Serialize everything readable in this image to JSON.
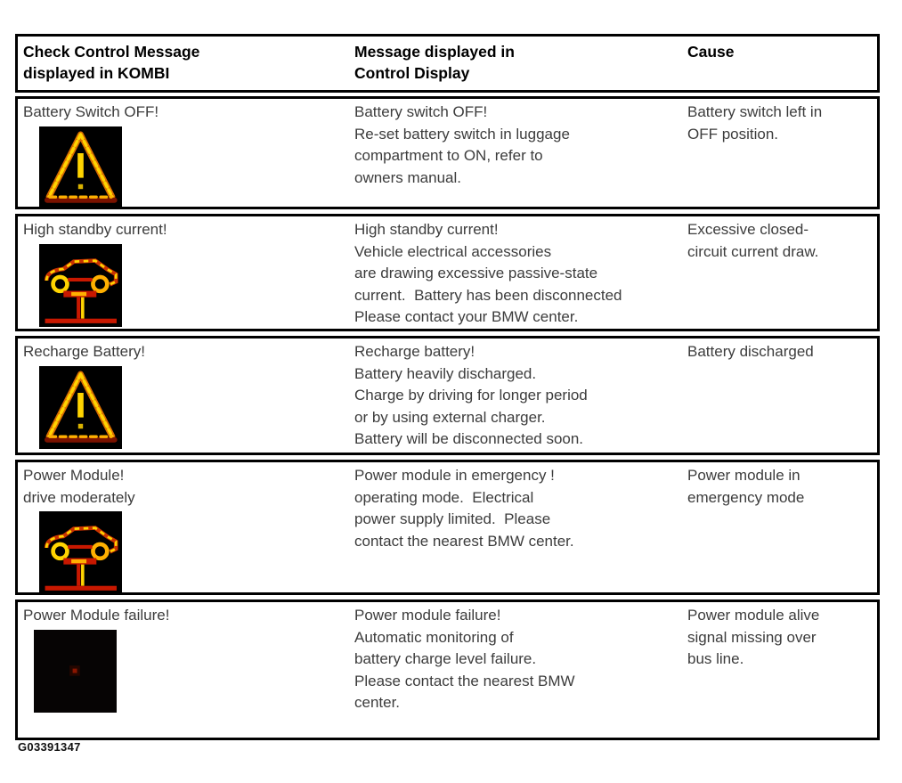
{
  "page": {
    "figure_id": "G03391347"
  },
  "icons": {
    "warning_triangle": "warning-triangle-icon",
    "vehicle_on_lift": "vehicle-on-lift-icon",
    "blank_display": "blank-display-icon"
  },
  "colors": {
    "icon_background": "#000000",
    "icon_yellow": "#ffd400",
    "icon_orange": "#ff9000",
    "icon_red": "#c81800",
    "icon_dark_red": "#7a1200",
    "border": "#000000",
    "body_text": "#3c3c3c"
  },
  "table": {
    "headers": [
      "Check Control Message\ndisplayed in KOMBI",
      "Message displayed in\nControl Display",
      "Cause"
    ],
    "rows": [
      {
        "kombi_message": "Battery Switch OFF!",
        "icon": "warning-triangle",
        "control_display_message": "Battery switch OFF!\nRe-set battery switch in luggage\ncompartment to ON, refer to\nowners manual.",
        "cause": "Battery switch left in\nOFF position."
      },
      {
        "kombi_message": "High standby current!",
        "icon": "vehicle-on-lift",
        "control_display_message": "High standby current!\nVehicle electrical accessories\nare drawing excessive passive-state\ncurrent.  Battery has been disconnected\nPlease contact your BMW center.",
        "cause": "Excessive closed-\ncircuit current draw."
      },
      {
        "kombi_message": "Recharge Battery!",
        "icon": "warning-triangle",
        "control_display_message": "Recharge battery!\nBattery heavily discharged.\nCharge by driving for longer period\nor by using external charger.\nBattery will be disconnected soon.",
        "cause": "Battery discharged"
      },
      {
        "kombi_message": "Power Module!\ndrive moderately",
        "icon": "vehicle-on-lift",
        "control_display_message": "Power module in emergency !\noperating mode.  Electrical\npower supply limited.  Please\ncontact the nearest BMW center.",
        "cause": "Power module in\nemergency mode"
      },
      {
        "kombi_message": "Power Module failure!",
        "icon": "blank-display",
        "control_display_message": "Power module failure!\nAutomatic monitoring of\nbattery charge level failure.\nPlease contact the nearest BMW\ncenter.",
        "cause": "Power module alive\nsignal missing over\nbus line."
      }
    ]
  }
}
